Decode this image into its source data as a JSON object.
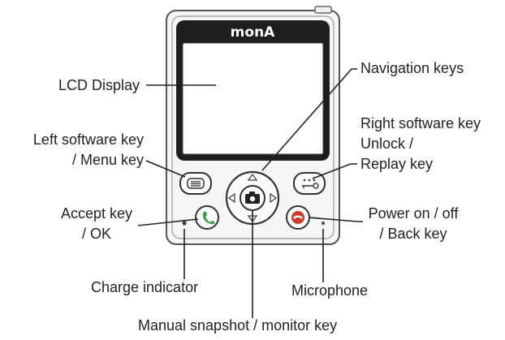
{
  "brand": {
    "logo": "monA"
  },
  "labels": {
    "lcd_display": "LCD Display",
    "navigation_keys": "Navigation keys",
    "left_soft_key_1": "Left software key",
    "left_soft_key_2": "/ Menu key",
    "right_soft_key_1": "Right software key",
    "right_soft_key_2": "Unlock /",
    "right_soft_key_3": "Replay key",
    "accept_key_1": "Accept key",
    "accept_key_2": "/ OK",
    "power_key_1": "Power on / off",
    "power_key_2": "/ Back key",
    "charge_indicator": "Charge indicator",
    "microphone": "Microphone",
    "snapshot_key": "Manual snapshot / monitor key"
  },
  "colors": {
    "outline": "#555555",
    "screen_frame": "#222222",
    "accept_green": "#3a9a3a",
    "power_red": "#d23a2a"
  }
}
